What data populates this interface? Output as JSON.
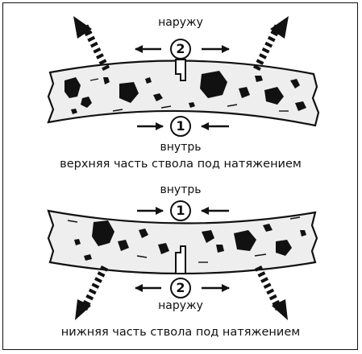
{
  "top": {
    "outward_label": "наружу",
    "outward_number": "2",
    "inward_label": "внутрь",
    "inward_number": "1",
    "caption": "верхняя часть ствола под натяжением"
  },
  "bottom": {
    "inward_label": "внутрь",
    "inward_number": "1",
    "outward_label": "наружу",
    "outward_number": "2",
    "caption": "нижняя часть ствола под натяжением"
  },
  "colors": {
    "ink": "#111111",
    "bark": "#eeeeee",
    "background": "#ffffff"
  },
  "icons": [
    "arrow-left-icon",
    "arrow-right-icon",
    "dashed-arrow-icon"
  ]
}
